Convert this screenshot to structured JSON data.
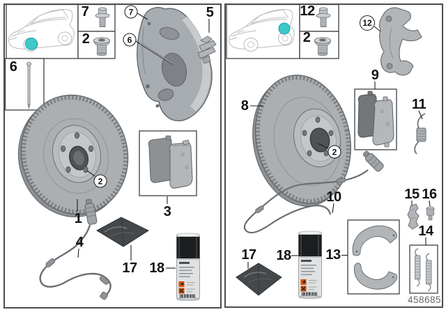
{
  "diagram": {
    "part_number": "458685",
    "marker_color": "#3ec9c9"
  },
  "front": {
    "bolt_callout": "7",
    "plug_callout": "2",
    "guide_bolt_callout": "6",
    "caliper_bubble_top": "7",
    "caliper_bubble_side": "6",
    "retaining_spring_callout": "5",
    "disc_callout": "1",
    "hub_bubble": "2",
    "pads_callout": "3",
    "sensor_callout": "4",
    "paste_callout": "17",
    "cleaner_callout": "18"
  },
  "rear": {
    "bolt_callout": "12",
    "plug_callout": "2",
    "carrier_bubble": "12",
    "disc_callout": "8",
    "hub_bubble": "2",
    "pads_callout": "9",
    "sensor_callout": "10",
    "retaining_spring_callout": "11",
    "shoes_callout": "13",
    "spring_kit_callout": "14",
    "adjuster_callout": "15",
    "pin_callout": "16",
    "paste_callout": "17",
    "cleaner_callout": "18"
  }
}
